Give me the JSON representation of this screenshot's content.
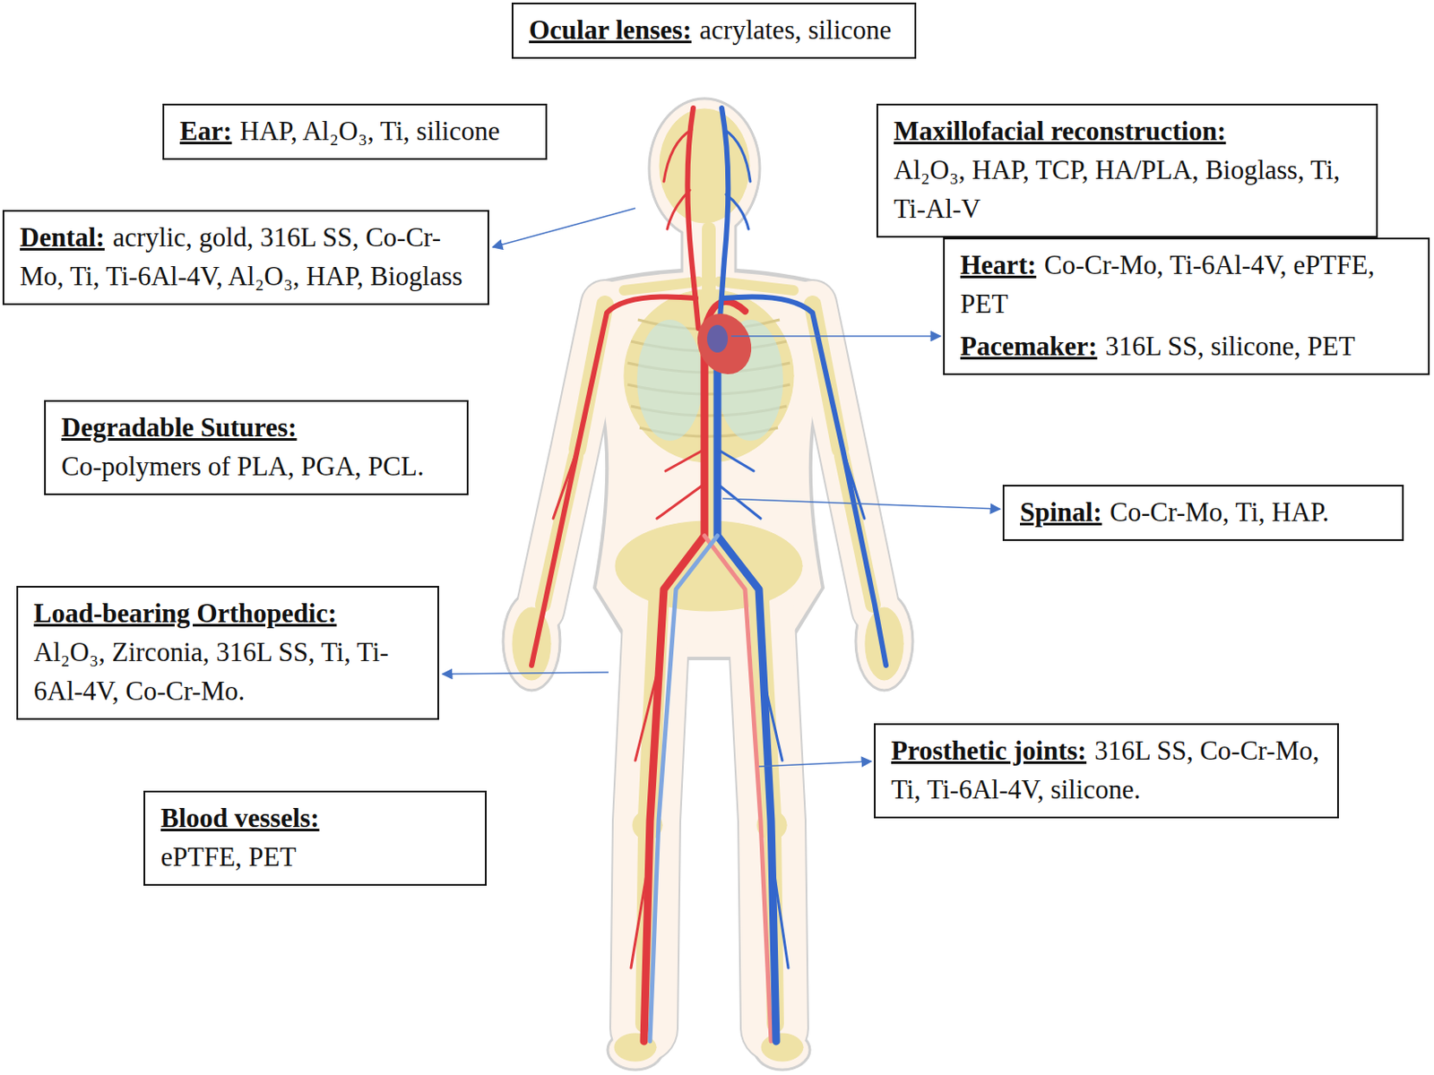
{
  "diagram": {
    "nodes": [
      {
        "text": [
          "Ocular lenses:",
          "acrylates, silicone"
        ]
      },
      {
        "text": [
          "Ear:",
          "HAP, Al₂O₃, Ti, silicone"
        ]
      },
      {
        "text": [
          "Maxillofacial reconstruction:",
          "Al₂O₃, HAP, TCP, HA/PLA, Bioglass, Ti, Ti-Al-V"
        ]
      },
      {
        "text": [
          "Dental:",
          "acrylic, gold, 316L SS, Co-Cr-Mo, Ti, Ti-6Al-4V, Al₂O₃, HAP, Bioglass"
        ]
      },
      {
        "text": [
          "Heart:",
          "Co-Cr-Mo, Ti-6Al-4V, ePTFE, PET",
          "Pacemaker:",
          "316L SS, silicone, PET"
        ]
      },
      {
        "text": [
          "Degradable Sutures:",
          "Co-polymers of PLA, PGA, PCL."
        ]
      },
      {
        "text": [
          "Spinal:",
          "Co-Cr-Mo, Ti, HAP."
        ]
      },
      {
        "text": [
          "Load-bearing Orthopedic:",
          "Al₂O₃, Zirconia, 316L SS, Ti, Ti-6Al-4V, Co-Cr-Mo."
        ]
      },
      {
        "text": [
          "Prosthetic joints:",
          "316L SS, Co-Cr-Mo, Ti, Ti-6Al-4V, silicone."
        ]
      },
      {
        "text": [
          "Blood vessels:",
          "ePTFE, PET"
        ]
      }
    ]
  }
}
